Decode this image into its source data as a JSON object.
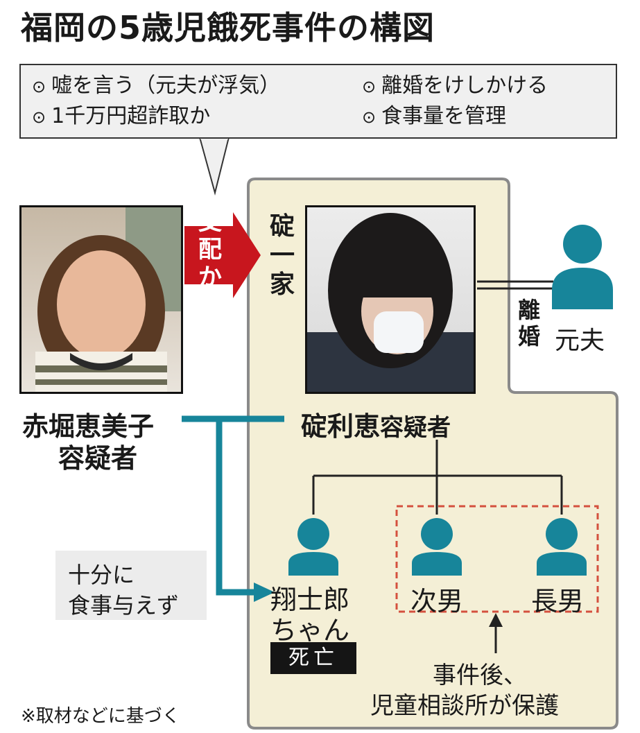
{
  "title": "福岡の5歳児餓死事件の構図",
  "bubble": {
    "marker": "⊙",
    "items": [
      "嘘を言う（元夫が浮気）",
      "離婚をけしかける",
      "1千万円超詐取か",
      "食事量を管理"
    ]
  },
  "arrow_label": [
    "支",
    "配",
    "か"
  ],
  "family_label": [
    "碇",
    "一",
    "家"
  ],
  "divorce_label": [
    "離",
    "婚"
  ],
  "people": {
    "akahori_name": "赤堀恵美子",
    "akahori_role": "容疑者",
    "ikari_name": "碇利恵",
    "ikari_role": "容疑者",
    "ex_husband": "元夫",
    "shojiro_name": "翔士郎",
    "shojiro_suffix": "ちゃん",
    "second_son": "次男",
    "eldest_son": "長男"
  },
  "status_dead": "死亡",
  "note": [
    "十分に",
    "食事与えず"
  ],
  "protection_note": [
    "事件後、",
    "児童相談所が保護"
  ],
  "footnote": "※取材などに基づく",
  "colors": {
    "family_bg": "#f4efd6",
    "family_border": "#8a8a8a",
    "teal": "#17859a",
    "red_arrow": "#c8161e",
    "dashed": "#d4503e"
  }
}
